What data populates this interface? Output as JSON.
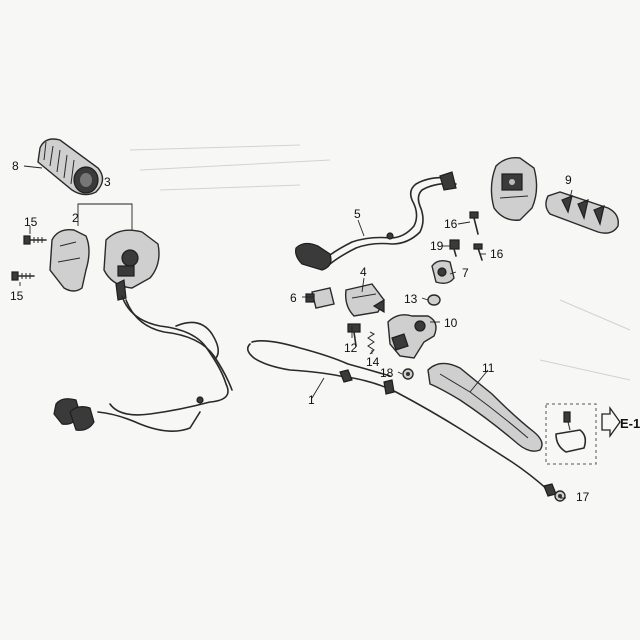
{
  "labels": {
    "p1": "1",
    "p2": "2",
    "p3": "3",
    "p4": "4",
    "p5": "5",
    "p6": "6",
    "p7": "7",
    "p8": "8",
    "p9": "9",
    "p10": "10",
    "p11": "11",
    "p12": "12",
    "p13": "13",
    "p14": "14",
    "p15a": "15",
    "p15b": "15",
    "p16a": "16",
    "p16b": "16",
    "p17": "17",
    "p18": "18",
    "p19": "19"
  },
  "reference": {
    "text": "E-1"
  }
}
